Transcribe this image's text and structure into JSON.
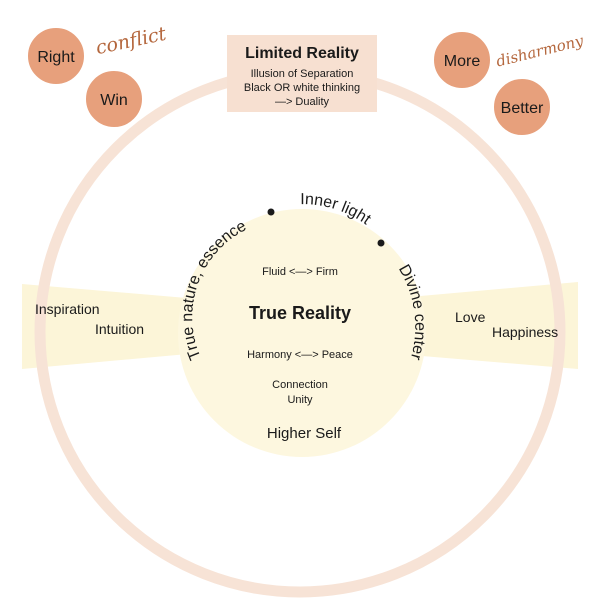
{
  "colors": {
    "ring": "#f7e3d6",
    "core": "#fdf7df",
    "band": "#fcf5d8",
    "box": "#f7e0d1",
    "bubble": "#e7a07c",
    "bubble_text": "#1a1a1a",
    "accent_word": "#b4663c",
    "text": "#1a1a1a",
    "white": "#ffffff"
  },
  "limited_reality": {
    "title": "Limited Reality",
    "line1": "Illusion of Separation",
    "line2": "Black OR white thinking",
    "line3": "—> Duality"
  },
  "bubbles_left": {
    "right": "Right",
    "win": "Win",
    "word": "conflict"
  },
  "bubbles_right": {
    "more": "More",
    "better": "Better",
    "word": "disharmony"
  },
  "left_band": {
    "line1": "Inspiration",
    "line2": "Intuition"
  },
  "right_band": {
    "line1": "Love",
    "line2": "Happiness"
  },
  "core": {
    "title": "True Reality",
    "fluid": "Fluid <—> Firm",
    "harmony": "Harmony <—> Peace",
    "connection": "Connection",
    "unity": "Unity",
    "higher_self": "Higher Self",
    "arc_left": "True nature, essence",
    "arc_top": "Inner light",
    "arc_right": "Divine center"
  }
}
